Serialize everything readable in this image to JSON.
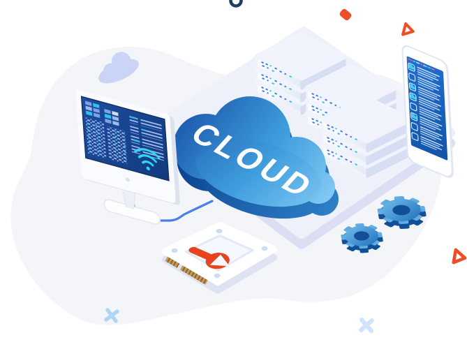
{
  "illustration": {
    "cloud": {
      "label": "CLOUD"
    },
    "colors": {
      "cloud_top": "#1d5cae",
      "cloud_mid": "#3f9ddd",
      "cloud_bottom": "#80c8f3",
      "cloud_side_dark": "#0d4794",
      "cloud_side_light": "#2f83c9",
      "background_blob": "#f4f5f8",
      "platform_top": "#eef1f9",
      "platform_side": "#dcdff3",
      "server_top": "#f1f4fc",
      "server_side": "#d7def4",
      "server_led_blue": "#4479e4",
      "server_led_cyan": "#2fc8ee",
      "monitor_screen_navy": "#17428f",
      "code_periwinkle": "#8fb0ec",
      "accent_cyan": "#2fd4f6",
      "cable_blue": "#4a7fe8",
      "phone_screen_blue": "#1a67c6",
      "phone_line_light": "#cfe2f8",
      "phone_cloud_cyan": "#38d2f4",
      "gear_blue": "#2f86cd",
      "gear_side_blue": "#115098",
      "wrench_red": "#e8431f",
      "deco_red": "#ee4e27",
      "cross_light_blue": "#bcdaf5",
      "ring_navy": "#1e3d66",
      "mini_cloud_periwinkle": "#c9d4f7",
      "pin_gold": "#c59a5a",
      "pin_gold_dark": "#8a6434"
    },
    "monitor": {
      "wifi_icon": "wifi-icon"
    },
    "phone": {
      "rows": [
        {
          "icon": "cloud"
        },
        {
          "icon": "none"
        },
        {
          "icon": "cloud"
        },
        {
          "icon": "cloud"
        },
        {
          "icon": "none"
        },
        {
          "icon": "cloud"
        },
        {
          "icon": "none"
        },
        {
          "icon": "none"
        }
      ]
    },
    "servers": {
      "stacks": 3,
      "units_per_stack": 3
    },
    "gears": {
      "count": 2
    }
  }
}
